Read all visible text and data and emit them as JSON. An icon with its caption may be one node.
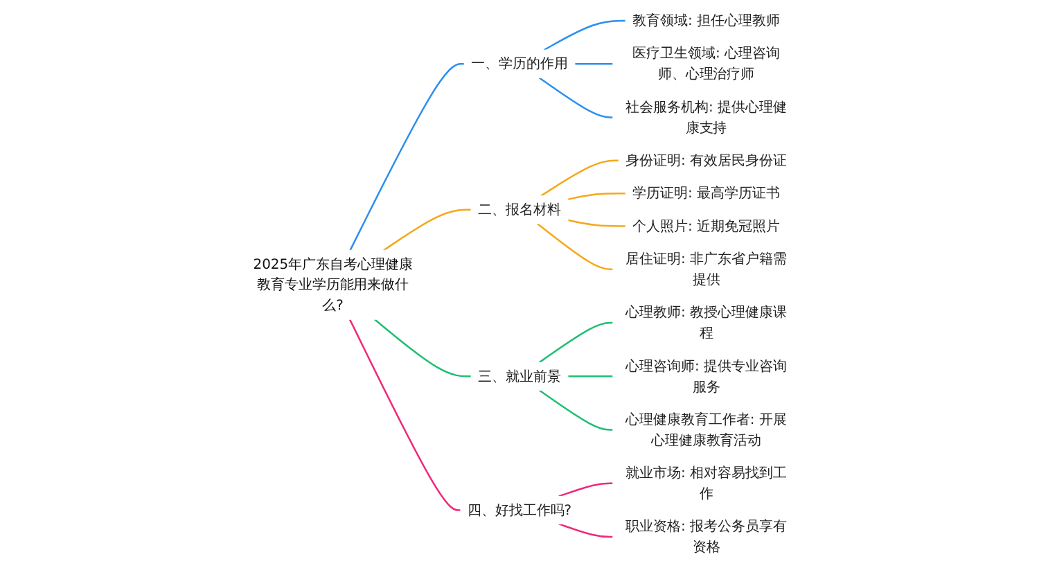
{
  "diagram": {
    "nodes": [
      {
        "text": [
          "2025年广东自考心理健康教育专业学历能用来做什么?"
        ]
      },
      {
        "text": [
          "一、学历的作用"
        ]
      },
      {
        "text": [
          "教育领域: 担任心理教师"
        ]
      },
      {
        "text": [
          "医疗卫生领域: 心理咨询师、心理治疗师"
        ]
      },
      {
        "text": [
          "社会服务机构: 提供心理健康支持"
        ]
      },
      {
        "text": [
          "二、报名材料"
        ]
      },
      {
        "text": [
          "身份证明: 有效居民身份证"
        ]
      },
      {
        "text": [
          "学历证明: 最高学历证书"
        ]
      },
      {
        "text": [
          "个人照片: 近期免冠照片"
        ]
      },
      {
        "text": [
          "居住证明: 非广东省户籍需提供"
        ]
      },
      {
        "text": [
          "三、就业前景"
        ]
      },
      {
        "text": [
          "心理教师: 教授心理健康课程"
        ]
      },
      {
        "text": [
          "心理咨询师: 提供专业咨询服务"
        ]
      },
      {
        "text": [
          "心理健康教育工作者: 开展心理健康教育活动"
        ]
      },
      {
        "text": [
          "四、好找工作吗?"
        ]
      },
      {
        "text": [
          "就业市场: 相对容易找到工作"
        ]
      },
      {
        "text": [
          "职业资格: 报考公务员享有资格"
        ]
      }
    ],
    "edges": [
      {
        "from": 0,
        "to": 1,
        "arrow": "none",
        "color": "#2b8ff0"
      },
      {
        "from": 1,
        "to": 2,
        "arrow": "none",
        "color": "#2b8ff0"
      },
      {
        "from": 1,
        "to": 3,
        "arrow": "none",
        "color": "#2b8ff0"
      },
      {
        "from": 1,
        "to": 4,
        "arrow": "none",
        "color": "#2b8ff0"
      },
      {
        "from": 0,
        "to": 5,
        "arrow": "none",
        "color": "#f5a818"
      },
      {
        "from": 5,
        "to": 6,
        "arrow": "none",
        "color": "#f5a818"
      },
      {
        "from": 5,
        "to": 7,
        "arrow": "none",
        "color": "#f5a818"
      },
      {
        "from": 5,
        "to": 8,
        "arrow": "none",
        "color": "#f5a818"
      },
      {
        "from": 5,
        "to": 9,
        "arrow": "none",
        "color": "#f5a818"
      },
      {
        "from": 0,
        "to": 10,
        "arrow": "none",
        "color": "#1dbf73"
      },
      {
        "from": 10,
        "to": 11,
        "arrow": "none",
        "color": "#1dbf73"
      },
      {
        "from": 10,
        "to": 12,
        "arrow": "none",
        "color": "#1dbf73"
      },
      {
        "from": 10,
        "to": 13,
        "arrow": "none",
        "color": "#1dbf73"
      },
      {
        "from": 0,
        "to": 14,
        "arrow": "none",
        "color": "#f0287a"
      },
      {
        "from": 14,
        "to": 15,
        "arrow": "none",
        "color": "#f0287a"
      },
      {
        "from": 14,
        "to": 16,
        "arrow": "none",
        "color": "#f0287a"
      }
    ]
  }
}
